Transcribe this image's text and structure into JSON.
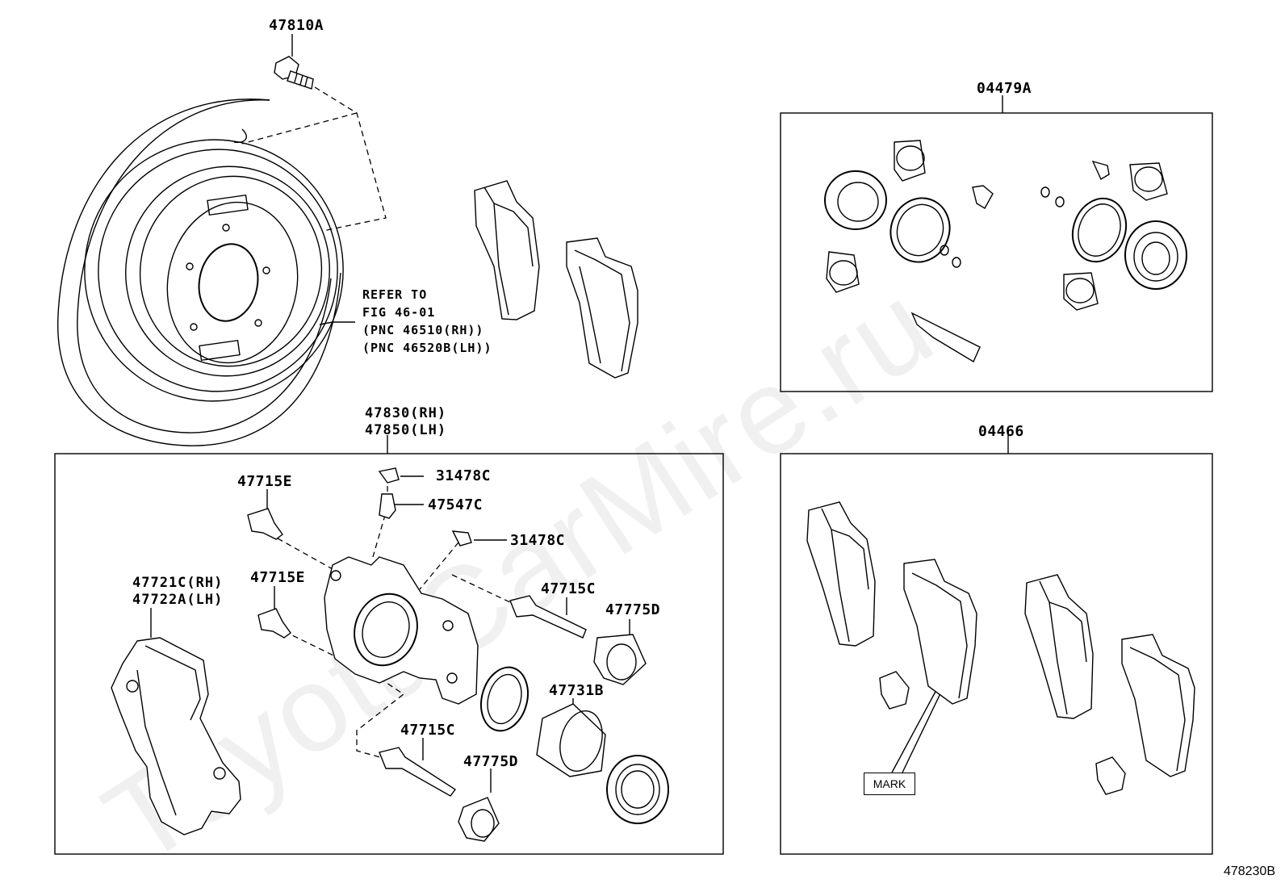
{
  "diagram_code": "478230B",
  "watermark": "ToyotaCarMire.ru",
  "labels": {
    "l_47810A": "47810A",
    "l_04479A": "04479A",
    "l_refer": [
      "REFER TO",
      "FIG 46-01",
      "(PNC 46510(RH))",
      "(PNC 46520B(LH))"
    ],
    "l_47830": [
      "47830(RH)",
      "47850(LH)"
    ],
    "l_04466": "04466",
    "l_31478C_a": "31478C",
    "l_47547C": "47547C",
    "l_31478C_b": "31478C",
    "l_47715E_a": "47715E",
    "l_47715E_b": "47715E",
    "l_47721C": [
      "47721C(RH)",
      "47722A(LH)"
    ],
    "l_47715C_a": "47715C",
    "l_47775D_a": "47775D",
    "l_47731B": "47731B",
    "l_47715C_b": "47715C",
    "l_47775D_b": "47775D",
    "mark": "MARK"
  }
}
